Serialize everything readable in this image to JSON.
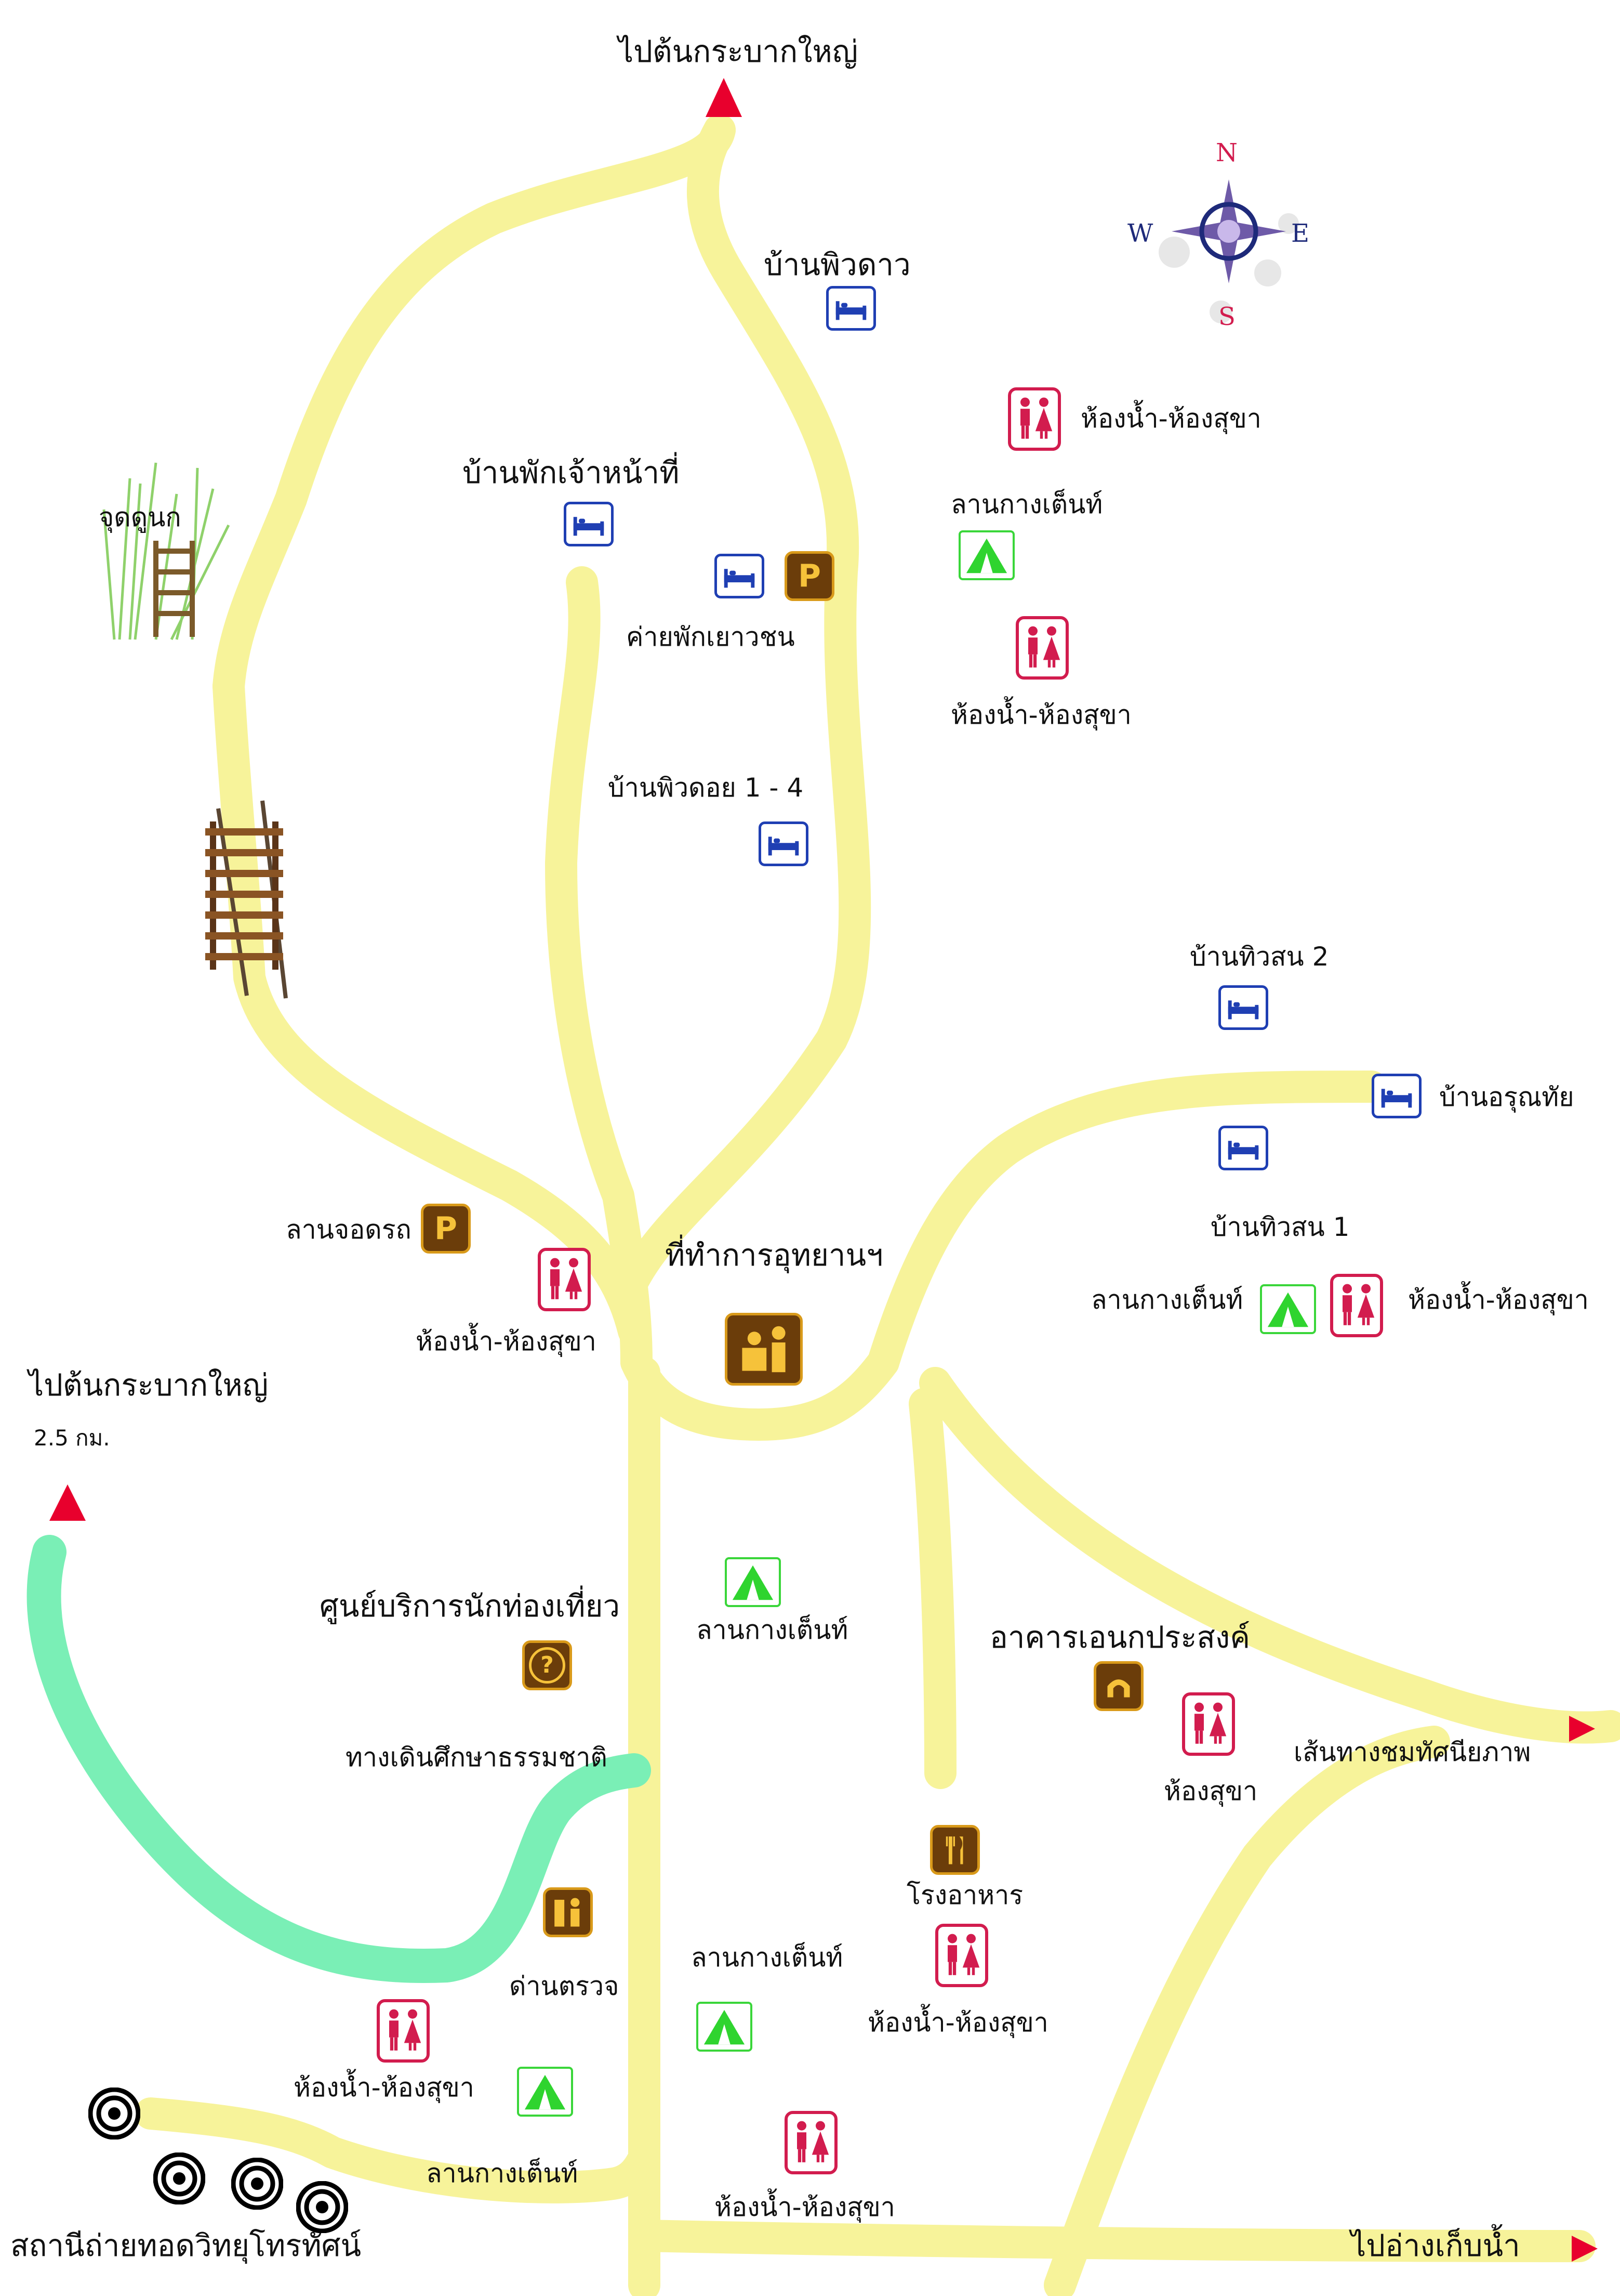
{
  "compass": {
    "n": "N",
    "e": "E",
    "s": "S",
    "w": "W"
  },
  "labels": {
    "top_to_krabak": "ไปต้นกระบากใหญ่",
    "ban_phiwdao": "บ้านพิวดาว",
    "ban_phak_staff": "บ้านพักเจ้าหน้าที่",
    "bird_watch": "จุดดูนก",
    "khai_phak": "ค่ายพักเยาวชน",
    "ban_phitdoi": "บ้านพิวดอย 1 - 4",
    "toilet_1": "ห้องน้ำ-ห้องสุขา",
    "camp_1": "ลานกางเต็นท์",
    "toilet_2": "ห้องน้ำ-ห้องสุขา",
    "ban_thiwson2": "บ้านทิวสน 2",
    "ban_aruthai": "บ้านอรุณทัย",
    "ban_thiwson1": "บ้านทิวสน 1",
    "parking": "ลานจอดรถ",
    "toilet_3": "ห้องน้ำ-ห้องสุขา",
    "hq": "ที่ทำการอุทยานฯ",
    "camp_2": "ลานกางเต็นท์",
    "toilet_4": "ห้องน้ำ-ห้องสุขา",
    "left_to_krabak": "ไปต้นกระบากใหญ่",
    "distance": "2.5 กม.",
    "visitor_center": "ศูนย์บริการนักท่องเที่ยว",
    "camp_3": "ลานกางเต็นท์",
    "multipurpose": "อาคารเอนกประสงค์",
    "nature_trail": "ทางเดินศึกษาธรรมชาติ",
    "toilet_5": "ห้องสุขา",
    "viewpoint_route": "เส้นทางชมทัศนียภาพ",
    "checkpoint": "ด่านตรวจ",
    "restaurant": "โรงอาหาร",
    "camp_4": "ลานกางเต็นท์",
    "toilet_6": "ห้องน้ำ-ห้องสุขา",
    "toilet_7": "ห้องน้ำ-ห้องสุขา",
    "camp_5": "ลานกางเต็นท์",
    "toilet_8": "ห้องน้ำ-ห้องสุขา",
    "tv_station": "สถานีถ่ายทอดวิทยุโทรทัศน์",
    "to_reservoir": "ไปอ่างเก็บน้ำ"
  },
  "icon_glyphs": {
    "parking": "P",
    "info": "?"
  },
  "colors": {
    "road": "#f7f39a",
    "trail": "#7aefb6",
    "bed_icon": "#1f3fb3",
    "toilet_icon": "#d21c4e",
    "tent_icon": "#2fd42f",
    "facility_icon": "#6b3d0a",
    "arrow": "#e8002d"
  }
}
